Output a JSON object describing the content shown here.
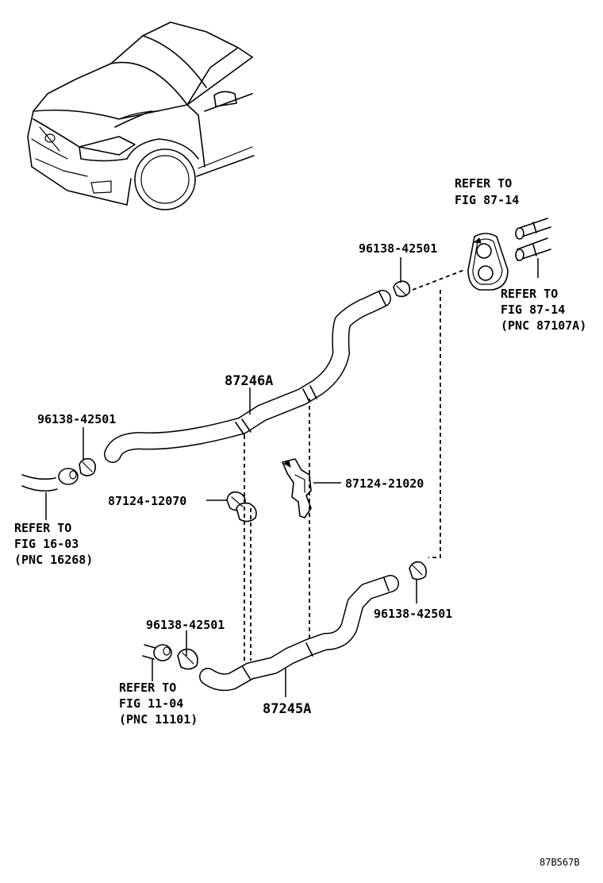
{
  "parts": {
    "hose_upper": "87246A",
    "hose_lower": "87245A",
    "clamp_top_right": "96138-42501",
    "clamp_left": "96138-42501",
    "clamp_bottom_left": "96138-42501",
    "clamp_bottom_right": "96138-42501",
    "clamp_mid": "87124-12070",
    "bracket": "87124-21020"
  },
  "refs": {
    "grommet": [
      "REFER TO",
      "FIG 87-14"
    ],
    "pipes": [
      "REFER TO",
      "FIG 87-14",
      "(PNC 87107A)"
    ],
    "engine_left": [
      "REFER TO",
      "FIG 16-03",
      "(PNC 16268)"
    ],
    "engine_bottom": [
      "REFER TO",
      "FIG 11-04",
      "(PNC 11101)"
    ]
  },
  "figure_id": "87B567B",
  "icons": [
    "vehicle-front-icon",
    "hose-icon",
    "clamp-icon",
    "grommet-icon",
    "bracket-icon",
    "pipe-icon"
  ]
}
